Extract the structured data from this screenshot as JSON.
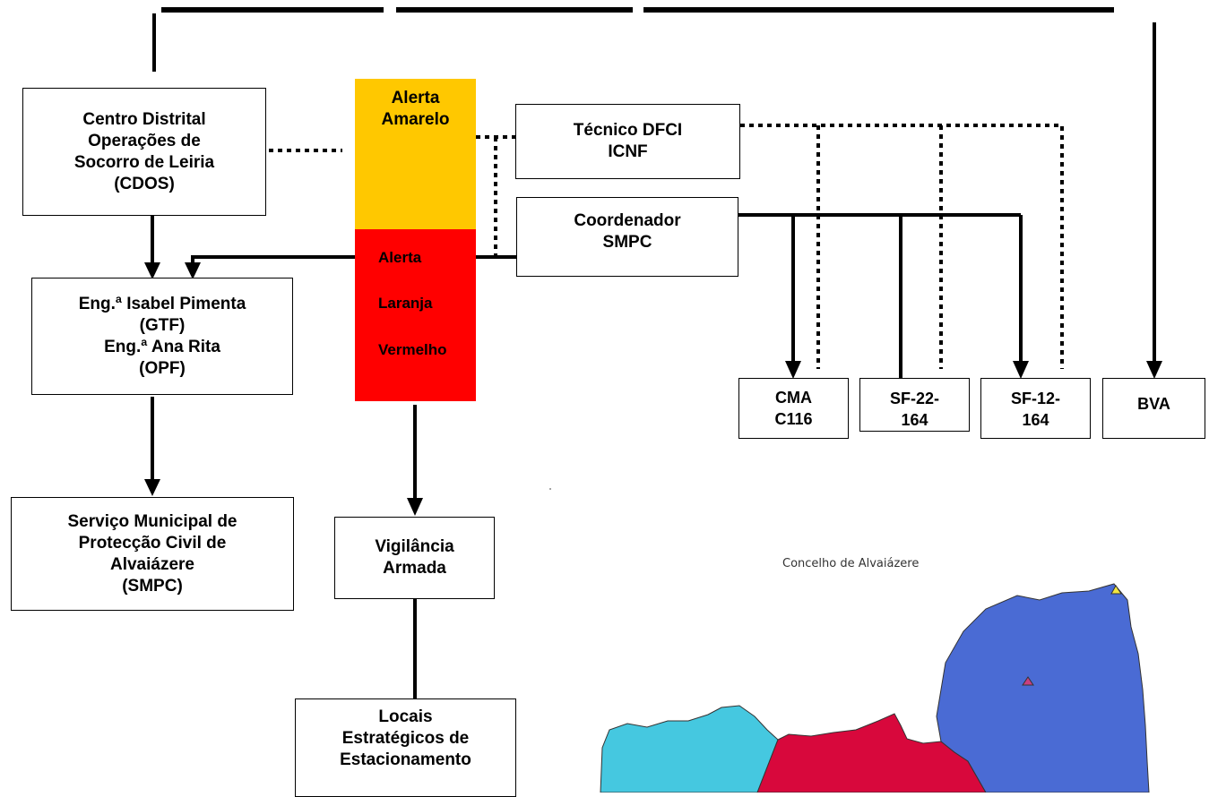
{
  "colors": {
    "alert_yellow": "#FFC800",
    "alert_red": "#FF0000",
    "map_cyan": "#45C8E0",
    "map_crimson": "#D8083C",
    "map_blue": "#4A6BD4"
  },
  "alerts": {
    "yellow": [
      "Alerta",
      "Amarelo"
    ],
    "red": [
      "Alerta",
      "Laranja",
      "Vermelho"
    ]
  },
  "boxes": {
    "cdos": [
      "Centro Distrital",
      "Operações de",
      "Socorro de Leiria",
      "(CDOS)"
    ],
    "eng": [
      "Eng.ª Isabel Pimenta",
      "(GTF)",
      "Eng.ª Ana Rita",
      "(OPF)"
    ],
    "smpc_service": [
      "Serviço Municipal de",
      "Protecção Civil de",
      "Alvaiázere",
      "(SMPC)"
    ],
    "vigilancia": [
      "Vigilância",
      "Armada"
    ],
    "locais": [
      "Locais",
      "Estratégicos de",
      "Estacionamento"
    ],
    "tecnico": [
      "Técnico DFCI",
      "ICNF"
    ],
    "coordenador": [
      "Coordenador",
      "SMPC"
    ],
    "cma": [
      "CMA",
      "C116"
    ],
    "sf22": [
      "SF-22-",
      "164"
    ],
    "sf12": [
      "SF-12-",
      "164"
    ],
    "bva": [
      "BVA"
    ]
  },
  "map": {
    "title": "Concelho de Alvaiázere"
  }
}
